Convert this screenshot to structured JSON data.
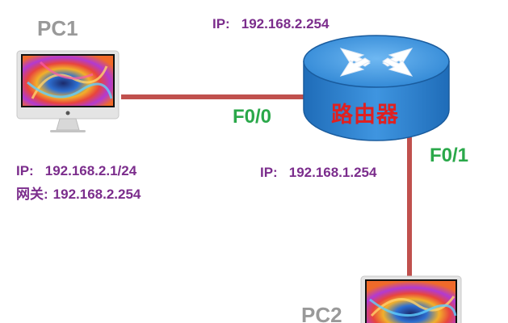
{
  "colors": {
    "link": "#c0504d",
    "node_label": "#999999",
    "ip_text": "#7b2d8c",
    "interface_label": "#2aa84a",
    "router_label": "#e02020",
    "router_body": "#3a8fd6"
  },
  "icons": {
    "router": "router-icon",
    "pc": "imac-desktop-icon"
  },
  "nodes": {
    "pc1": {
      "label": "PC1",
      "ip_prefix": "IP:",
      "ip_value": "192.168.2.1/24",
      "gateway_prefix": "网关:",
      "gateway_value": "192.168.2.254"
    },
    "router": {
      "label": "路由器",
      "top_ip_prefix": "IP:",
      "top_ip_value": "192.168.2.254",
      "bottom_ip_prefix": "IP:",
      "bottom_ip_value": "192.168.1.254"
    },
    "pc2": {
      "label": "PC2"
    }
  },
  "interfaces": {
    "f00": "F0/0",
    "f01": "F0/1"
  }
}
